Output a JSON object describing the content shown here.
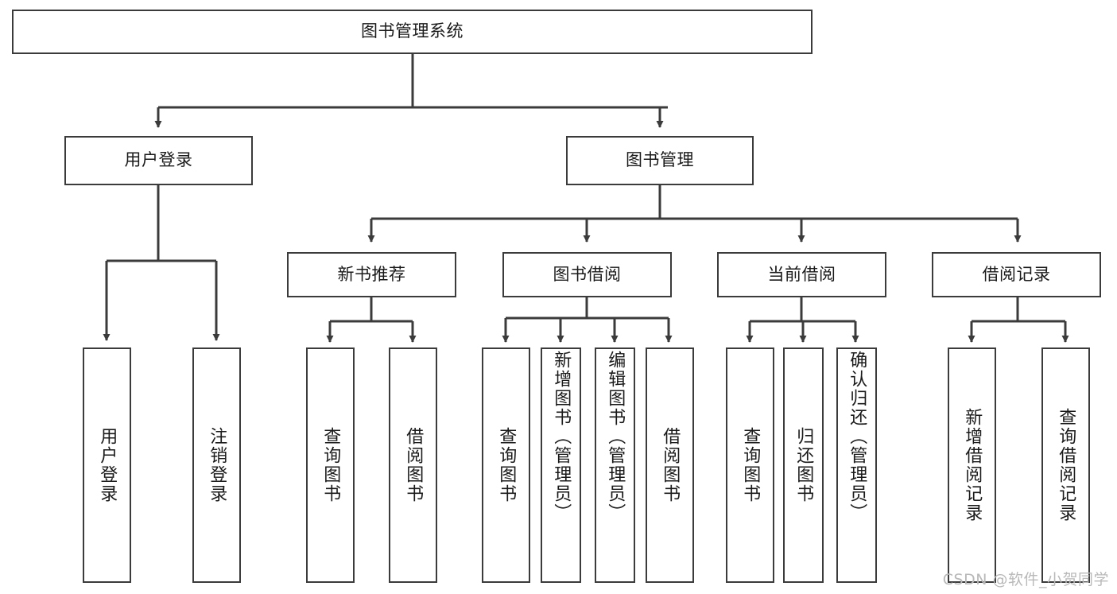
{
  "diagram": {
    "title": "图书管理系统",
    "type": "tree",
    "watermark": "CSDN @软件_小贺同学",
    "colors": {
      "background": "#ffffff",
      "box_border": "#3b3b3b",
      "box_fill": "#ffffff",
      "text": "#1a1a1a",
      "connector": "#3b3b3b",
      "watermark": "#b9b9b9"
    },
    "levels": {
      "root": {
        "label": "图书管理系统"
      },
      "level1": [
        {
          "label": "用户登录"
        },
        {
          "label": "图书管理"
        }
      ],
      "level2": [
        {
          "label": "新书推荐"
        },
        {
          "label": "图书借阅"
        },
        {
          "label": "当前借阅"
        },
        {
          "label": "借阅记录"
        }
      ],
      "leaves": {
        "user_login": [
          {
            "label": "用户登录"
          },
          {
            "label": "注销登录"
          }
        ],
        "new_book_recommend": [
          {
            "label": "查询图书"
          },
          {
            "label": "借阅图书"
          }
        ],
        "book_borrow": [
          {
            "label": "查询图书"
          },
          {
            "label": "新增图书（管理员）"
          },
          {
            "label": "编辑图书（管理员）"
          },
          {
            "label": "借阅图书"
          }
        ],
        "current_borrow": [
          {
            "label": "查询图书"
          },
          {
            "label": "归还图书"
          },
          {
            "label": "确认归还（管理员）"
          }
        ],
        "borrow_record": [
          {
            "label": "新增借阅记录"
          },
          {
            "label": "查询借阅记录"
          }
        ]
      }
    }
  }
}
